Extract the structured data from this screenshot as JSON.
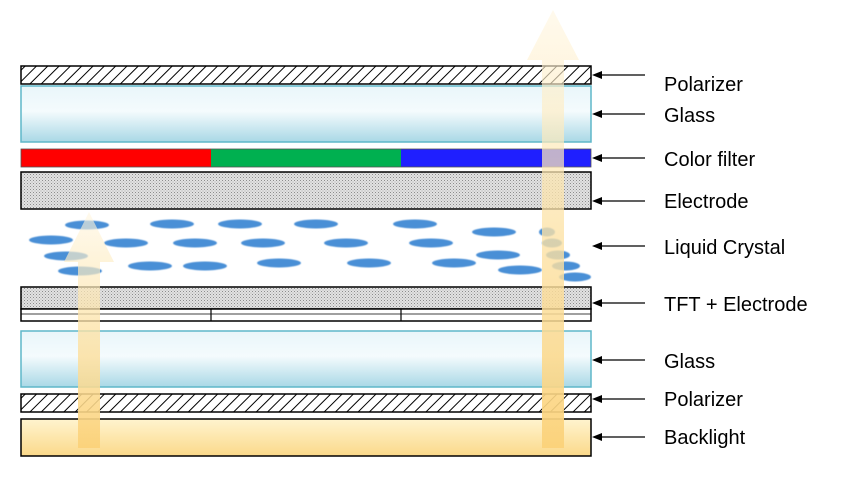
{
  "layers": [
    {
      "id": "polarizer-top",
      "label": "Polarizer"
    },
    {
      "id": "glass-top",
      "label": "Glass"
    },
    {
      "id": "color-filter",
      "label": "Color filter"
    },
    {
      "id": "electrode-top",
      "label": "Electrode"
    },
    {
      "id": "liquid-crystal",
      "label": "Liquid Crystal"
    },
    {
      "id": "tft-electrode",
      "label": "TFT + Electrode"
    },
    {
      "id": "glass-bottom",
      "label": "Glass"
    },
    {
      "id": "polarizer-bottom",
      "label": "Polarizer"
    },
    {
      "id": "backlight",
      "label": "Backlight"
    }
  ],
  "colors": {
    "filter_red": "#ff0000",
    "filter_green": "#00b050",
    "filter_blue": "#1f1fff",
    "glass_edge": "#5fb7c9",
    "crystal": "#4a8fd6",
    "backlight_fill": "#fde9a8",
    "arrow": "#fcd98a"
  }
}
